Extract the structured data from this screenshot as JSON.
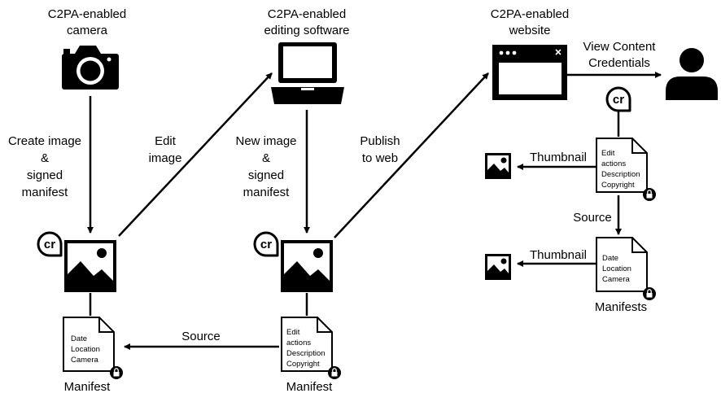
{
  "nodes": {
    "camera": {
      "title_line1": "C2PA-enabled",
      "title_line2": "camera"
    },
    "editor": {
      "title_line1": "C2PA-enabled",
      "title_line2": "editing software"
    },
    "website": {
      "title_line1": "C2PA-enabled",
      "title_line2": "website"
    }
  },
  "edges": {
    "create": {
      "line1": "Create image",
      "line2": "&",
      "line3": "signed",
      "line4": "manifest"
    },
    "edit": {
      "line1": "Edit",
      "line2": "image"
    },
    "new_image": {
      "line1": "New image",
      "line2": "&",
      "line3": "signed",
      "line4": "manifest"
    },
    "publish": {
      "line1": "Publish",
      "line2": "to web"
    },
    "view": {
      "line1": "View Content",
      "line2": "Credentials"
    },
    "source_bottom": "Source",
    "source_right": "Source",
    "thumbnail_top": "Thumbnail",
    "thumbnail_bottom": "Thumbnail"
  },
  "manifests": {
    "camera_doc": {
      "lines": [
        "Date",
        "Location",
        "Camera"
      ],
      "label": "Manifest"
    },
    "editor_doc": {
      "lines": [
        "Edit",
        "actions",
        "Description",
        "Copyright"
      ],
      "label": "Manifest"
    },
    "web_doc_top": {
      "lines": [
        "Edit",
        "actions",
        "Description",
        "Copyright"
      ]
    },
    "web_doc_bottom": {
      "lines": [
        "Date",
        "Location",
        "Camera"
      ]
    },
    "web_label": "Manifests"
  },
  "badge_text": "cr",
  "icons": [
    "camera-icon",
    "laptop-icon",
    "browser-window-icon",
    "user-icon",
    "image-icon",
    "document-icon",
    "lock-icon",
    "content-credentials-icon"
  ],
  "colors": {
    "ink": "#000000",
    "background": "#ffffff"
  }
}
